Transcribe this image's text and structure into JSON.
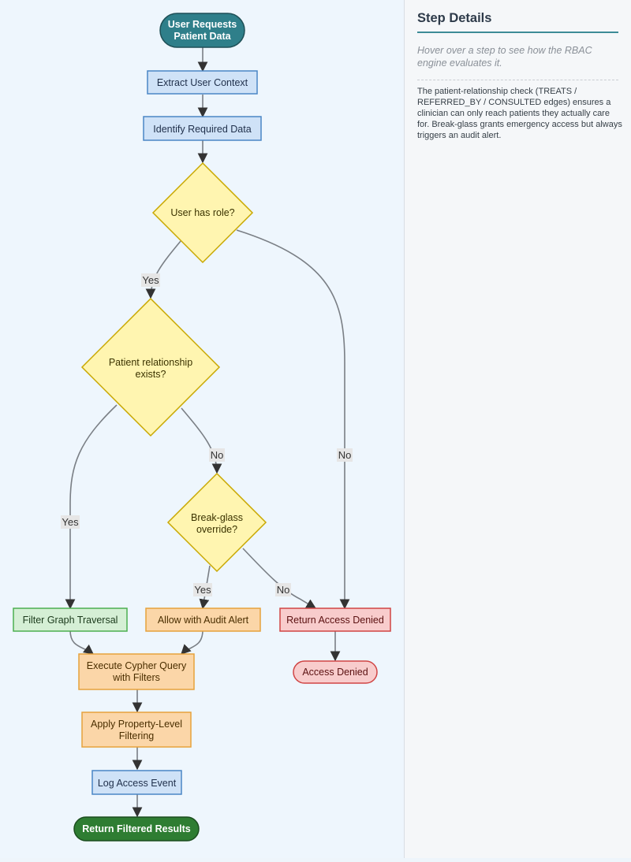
{
  "sidebar": {
    "title": "Step Details",
    "hint": "Hover over a step to see how the RBAC engine evaluates it.",
    "detail": "The patient-relationship check (TREATS / REFERRED_BY / CONSULTED edges) ensures a clinician can only reach patients they actually care for. Break-glass grants emergency access but always triggers an audit alert."
  },
  "flowchart": {
    "nodes": {
      "start": [
        "User Requests",
        "Patient Data"
      ],
      "extract": [
        "Extract User Context"
      ],
      "identify": [
        "Identify Required Data"
      ],
      "has_role": [
        "User has role?"
      ],
      "relationship": [
        "Patient relationship",
        "exists?"
      ],
      "break_glass": [
        "Break-glass",
        "override?"
      ],
      "filter_graph": [
        "Filter Graph Traversal"
      ],
      "allow_audit": [
        "Allow with Audit Alert"
      ],
      "return_denied": [
        "Return Access Denied"
      ],
      "access_denied": [
        "Access Denied"
      ],
      "execute_query": [
        "Execute Cypher Query",
        "with Filters"
      ],
      "apply_filtering": [
        "Apply Property-Level",
        "Filtering"
      ],
      "log_event": [
        "Log Access Event"
      ],
      "return_results": [
        "Return Filtered Results"
      ]
    },
    "edge_labels": {
      "role_yes": "Yes",
      "role_no": "No",
      "rel_yes": "Yes",
      "rel_no": "No",
      "bg_yes": "Yes",
      "bg_no": "No"
    },
    "colors": {
      "terminal_teal": "#2f7f8a",
      "process_blue": "#cfe2f7",
      "decision_yellow": "#fff5b0",
      "success_green": "#d5efd5",
      "warning_orange": "#fbd6a8",
      "danger_red": "#f8cccc",
      "end_green": "#2e7d32"
    }
  }
}
